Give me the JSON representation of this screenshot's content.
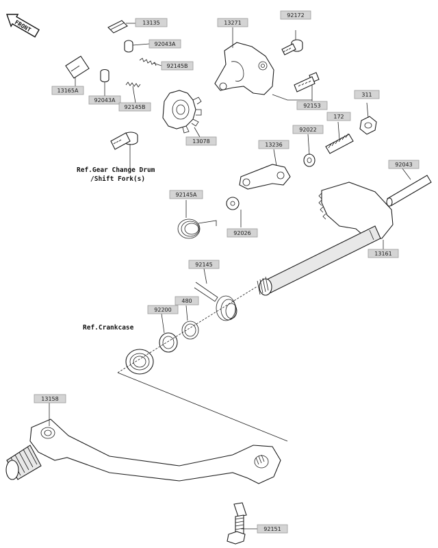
{
  "front_badge": "FRONT",
  "references": {
    "gear_change_line1": "Ref.Gear Change Drum",
    "gear_change_line2": "/Shift Fork(s)",
    "crankcase": "Ref.Crankcase"
  },
  "part_labels": [
    {
      "id": "13135",
      "text": "13135"
    },
    {
      "id": "92043A-top",
      "text": "92043A"
    },
    {
      "id": "92145B-top",
      "text": "92145B"
    },
    {
      "id": "13165A",
      "text": "13165A"
    },
    {
      "id": "92043A-mid",
      "text": "92043A"
    },
    {
      "id": "92145B-mid",
      "text": "92145B"
    },
    {
      "id": "13271",
      "text": "13271"
    },
    {
      "id": "92172",
      "text": "92172"
    },
    {
      "id": "92153",
      "text": "92153"
    },
    {
      "id": "13078",
      "text": "13078"
    },
    {
      "id": "311",
      "text": "311"
    },
    {
      "id": "172",
      "text": "172"
    },
    {
      "id": "92022",
      "text": "92022"
    },
    {
      "id": "13236",
      "text": "13236"
    },
    {
      "id": "92043",
      "text": "92043"
    },
    {
      "id": "92145A",
      "text": "92145A"
    },
    {
      "id": "92026",
      "text": "92026"
    },
    {
      "id": "13161",
      "text": "13161"
    },
    {
      "id": "92145",
      "text": "92145"
    },
    {
      "id": "480",
      "text": "480"
    },
    {
      "id": "92200",
      "text": "92200"
    },
    {
      "id": "13158",
      "text": "13158"
    },
    {
      "id": "92151",
      "text": "92151"
    }
  ]
}
